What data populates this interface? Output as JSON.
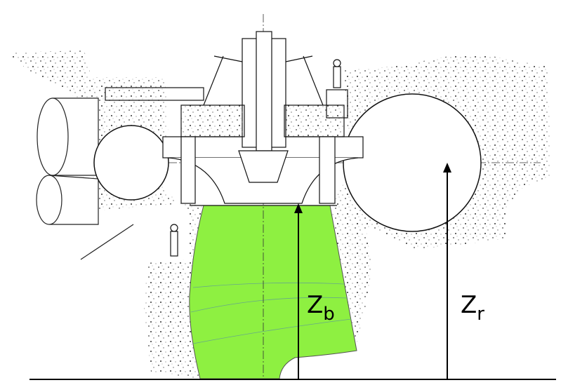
{
  "diagram": {
    "labels": {
      "bottom_height": {
        "main": "Z",
        "sub": "b"
      },
      "runner_height": {
        "main": "Z",
        "sub": "r"
      }
    },
    "colors": {
      "draft_tube": "#8ef041",
      "line": "#000000",
      "concrete": "#555555"
    }
  }
}
